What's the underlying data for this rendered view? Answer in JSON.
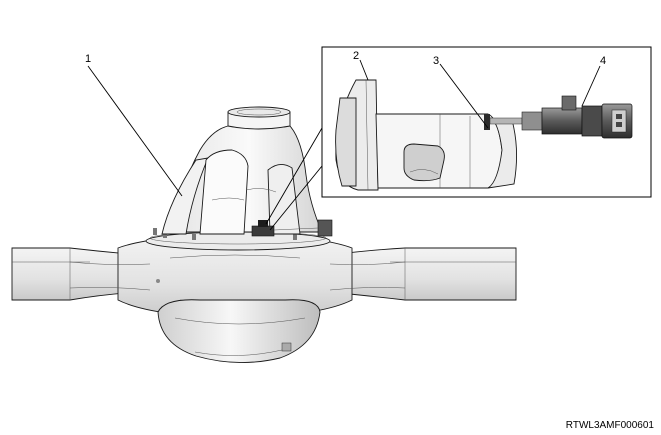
{
  "callouts": [
    "1",
    "2",
    "3",
    "4"
  ],
  "figure_code": "RTWL3AMF000601",
  "parts": {
    "axle": "axle-housing",
    "carrier": "differential-carrier",
    "sensor": "speed-sensor"
  }
}
